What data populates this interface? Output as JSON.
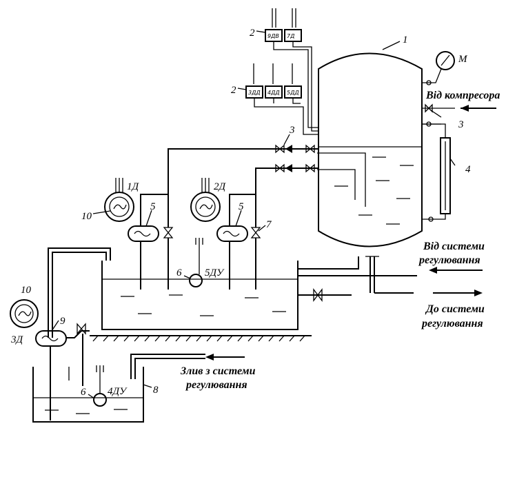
{
  "labels": {
    "receiver": "1",
    "relay_top": "2",
    "relay_mid": "2",
    "valve_3_right": "3",
    "valve_3_left": "3",
    "glass_gauge": "4",
    "filter_left": "5",
    "filter_right": "5",
    "pump_main": "6",
    "pump_small": "6",
    "valve_7": "7",
    "drain_tank": "8",
    "filter_low": "9",
    "motor_left": "10",
    "motor_low": "10",
    "manometer": "М",
    "motor_1": "1Д",
    "motor_2": "2Д",
    "motor_3": "3Д",
    "motor_5": "5ДУ",
    "motor_4": "4ДУ",
    "relay_9": "9ДВ",
    "relay_7": "7Д",
    "relay_3": "3ДД",
    "relay_4": "4ДД",
    "relay_5": "5ДД"
  },
  "captions": {
    "from_compressor": "Від компресора",
    "from_system_1": "Від системи",
    "from_system_2": "регулювання",
    "to_system_1": "До системи",
    "to_system_2": "регулювання",
    "drain_1": "Злив з системи",
    "drain_2": "регулювання"
  }
}
